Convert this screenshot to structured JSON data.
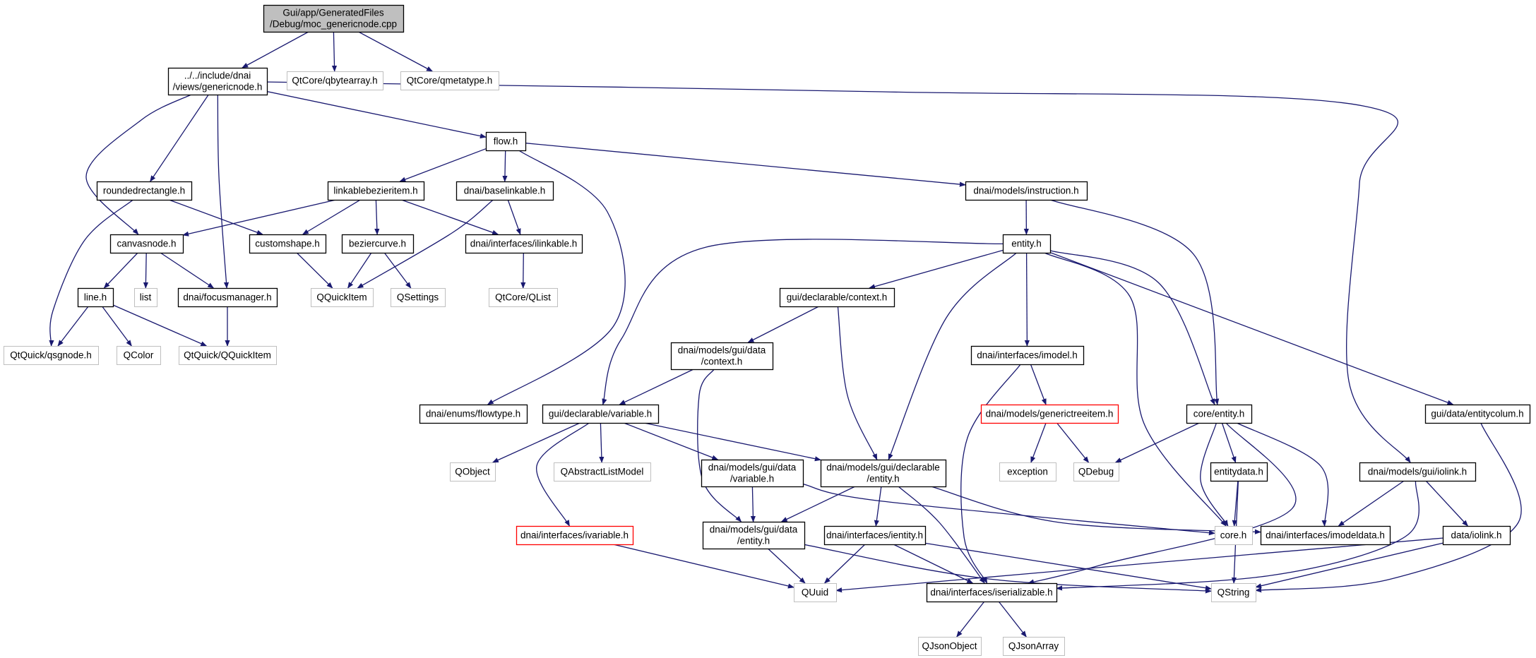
{
  "colors": {
    "background": "#ffffff",
    "edge": "#191970",
    "border_normal": "#000000",
    "border_external": "#bfbfbf",
    "border_truncated": "#ff0000",
    "fill_root": "#bfbfbf",
    "fill_normal": "#ffffff"
  },
  "nodes": {
    "root": [
      "Gui/app/GeneratedFiles",
      "/Debug/moc_genericnode.cpp"
    ],
    "genericnode": [
      "../../include/dnai",
      "/views/genericnode.h"
    ],
    "qbytearray": [
      "QtCore/qbytearray.h"
    ],
    "qmetatype": [
      "QtCore/qmetatype.h"
    ],
    "flow": [
      "flow.h"
    ],
    "roundedrectangle": [
      "roundedrectangle.h"
    ],
    "linkablebezieritem": [
      "linkablebezieritem.h"
    ],
    "baselinkable": [
      "dnai/baselinkable.h"
    ],
    "instruction": [
      "dnai/models/instruction.h"
    ],
    "canvasnode": [
      "canvasnode.h"
    ],
    "customshape": [
      "customshape.h"
    ],
    "beziercurve": [
      "beziercurve.h"
    ],
    "ilinkable": [
      "dnai/interfaces/ilinkable.h"
    ],
    "entity_h": [
      "entity.h"
    ],
    "line": [
      "line.h"
    ],
    "list": [
      "list"
    ],
    "focusmanager": [
      "dnai/focusmanager.h"
    ],
    "qquickitem_plain": [
      "QQuickItem"
    ],
    "qsettings": [
      "QSettings"
    ],
    "qlist": [
      "QtCore/QList"
    ],
    "context_decl": [
      "gui/declarable/context.h"
    ],
    "qsgnode": [
      "QtQuick/qsgnode.h"
    ],
    "qcolor": [
      "QColor"
    ],
    "qtquick_qquickitem": [
      "QtQuick/QQuickItem"
    ],
    "context_data": [
      "dnai/models/gui/data",
      "/context.h"
    ],
    "imodel": [
      "dnai/interfaces/imodel.h"
    ],
    "flowtype": [
      "dnai/enums/flowtype.h"
    ],
    "variable_decl": [
      "gui/declarable/variable.h"
    ],
    "generictreeitem": [
      "dnai/models/generictreeitem.h"
    ],
    "core_entity": [
      "core/entity.h"
    ],
    "entitycolum": [
      "gui/data/entitycolum.h"
    ],
    "qobject": [
      "QObject"
    ],
    "qabstractlistmodel": [
      "QAbstractListModel"
    ],
    "variable_data": [
      "dnai/models/gui/data",
      "/variable.h"
    ],
    "entity_decl": [
      "dnai/models/gui/declarable",
      "/entity.h"
    ],
    "exception": [
      "exception"
    ],
    "qdebug": [
      "QDebug"
    ],
    "entitydata": [
      "entitydata.h"
    ],
    "iolink_models": [
      "dnai/models/gui/iolink.h"
    ],
    "ivariable": [
      "dnai/interfaces/ivariable.h"
    ],
    "entity_data": [
      "dnai/models/gui/data",
      "/entity.h"
    ],
    "ientity": [
      "dnai/interfaces/ientity.h"
    ],
    "core_h": [
      "core.h"
    ],
    "imodeldata": [
      "dnai/interfaces/imodeldata.h"
    ],
    "iolink_data": [
      "data/iolink.h"
    ],
    "quuid": [
      "QUuid"
    ],
    "iserializable": [
      "dnai/interfaces/iserializable.h"
    ],
    "qstring": [
      "QString"
    ],
    "qjsonobject": [
      "QJsonObject"
    ],
    "qjsonarray": [
      "QJsonArray"
    ]
  }
}
